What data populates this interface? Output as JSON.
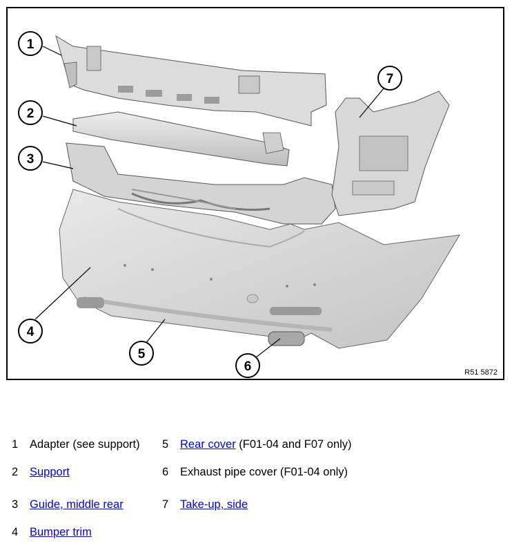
{
  "figure": {
    "id": "R51 5872",
    "callouts": [
      "1",
      "2",
      "3",
      "4",
      "5",
      "6",
      "7"
    ]
  },
  "legend": {
    "items": [
      {
        "num": "1",
        "label": "Adapter (see support)",
        "link": false,
        "suffix": ""
      },
      {
        "num": "2",
        "label": "Support",
        "link": true,
        "suffix": ""
      },
      {
        "num": "3",
        "label": "Guide, middle rear",
        "link": true,
        "suffix": ""
      },
      {
        "num": "4",
        "label": "Bumper trim",
        "link": true,
        "suffix": ""
      },
      {
        "num": "5",
        "label": "Rear cover",
        "link": true,
        "suffix": " (F01-04 and F07 only)"
      },
      {
        "num": "6",
        "label": "Exhaust pipe cover (F01-04 only)",
        "link": false,
        "suffix": ""
      },
      {
        "num": "7",
        "label": "Take-up, side",
        "link": true,
        "suffix": ""
      }
    ]
  },
  "colors": {
    "part_fill": "#d9d9d9",
    "part_dark": "#9a9a9a",
    "link": "#0000ee"
  }
}
